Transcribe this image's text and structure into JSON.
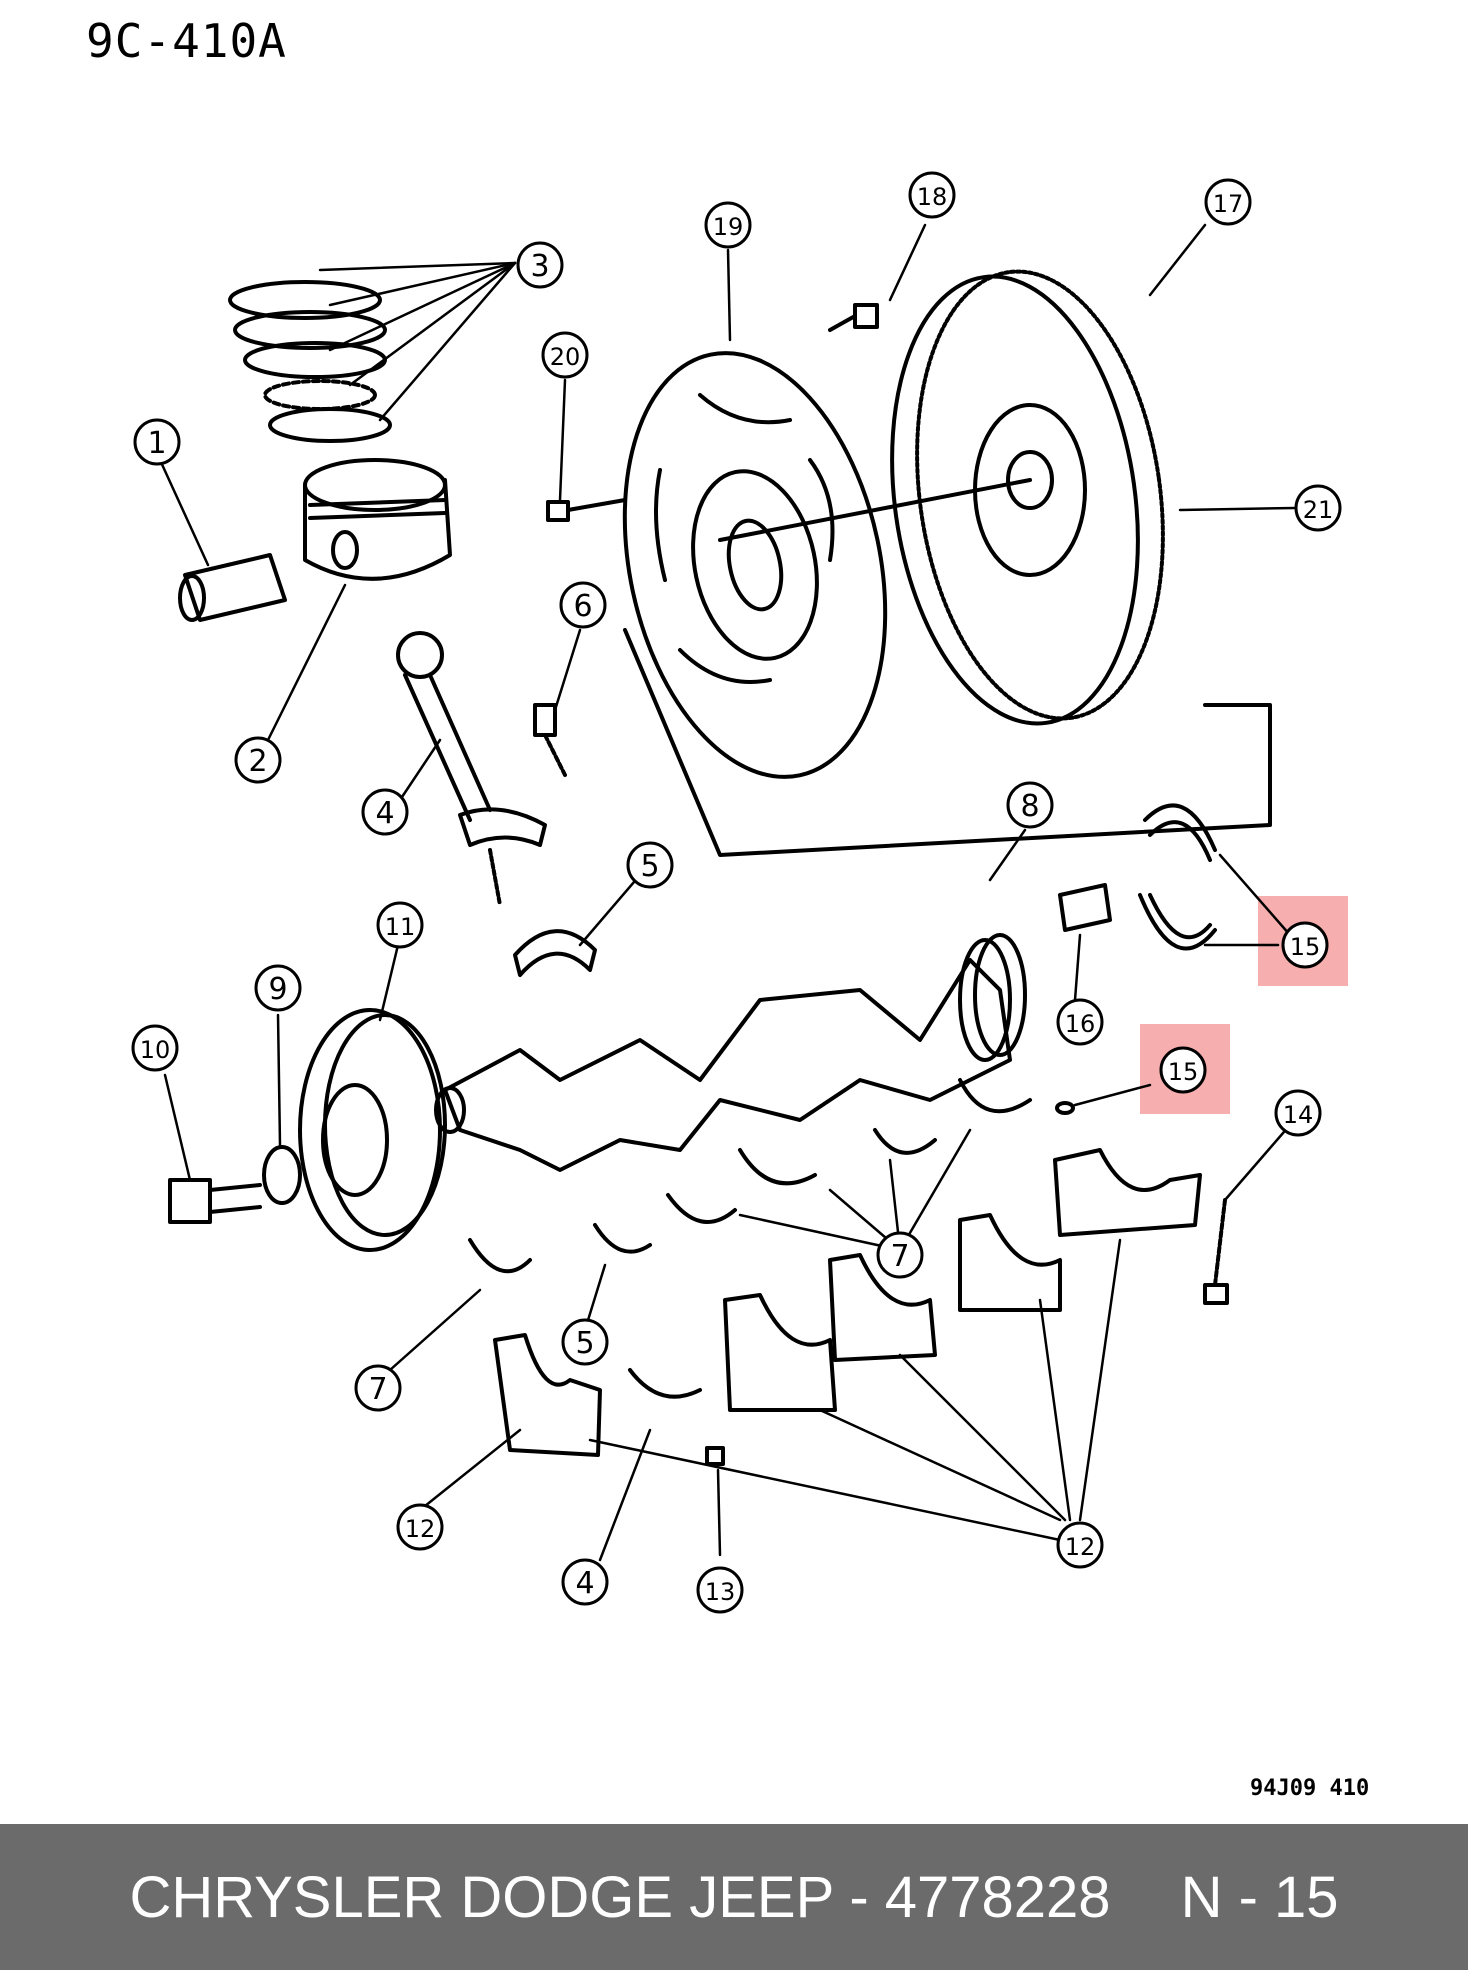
{
  "diagram_code": "9C-410A",
  "reference_code": "94J09 410",
  "footer": {
    "brand_part": "CHRYSLER DODGE JEEP - 4778228",
    "callout_ref": "N - 15"
  },
  "highlight_color": "#f08a8a",
  "callouts": {
    "c1": "1",
    "c2": "2",
    "c3": "3",
    "c4a": "4",
    "c4b": "4",
    "c5a": "5",
    "c5b": "5",
    "c6": "6",
    "c7a": "7",
    "c7b": "7",
    "c8": "8",
    "c9": "9",
    "c10": "10",
    "c11": "11",
    "c12a": "12",
    "c12b": "12",
    "c13": "13",
    "c14": "14",
    "c15a": "15",
    "c15b": "15",
    "c16": "16",
    "c17": "17",
    "c18": "18",
    "c19": "19",
    "c20": "20",
    "c21": "21"
  }
}
